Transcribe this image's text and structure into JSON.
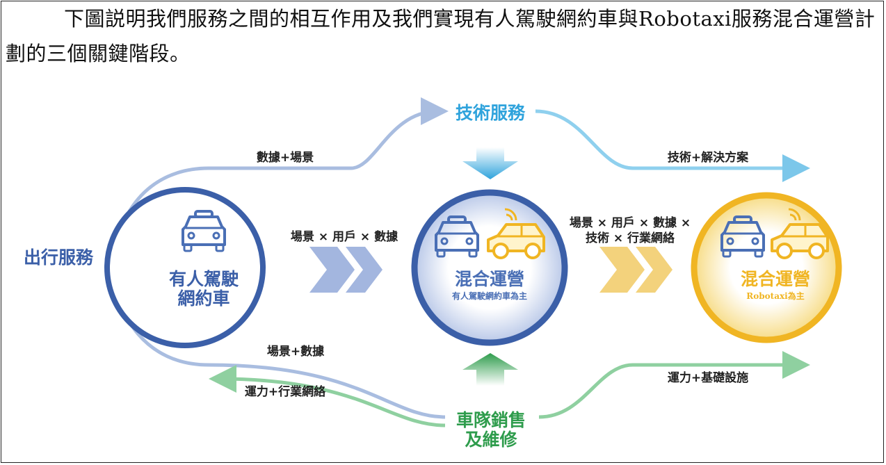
{
  "paragraph": "下圖説明我們服務之間的相互作用及我們實現有人駕駛網約車與Robotaxi服務混合運營計劃的三個關鍵階段。",
  "diagram": {
    "nodes": {
      "tech_service": "技術服務",
      "mobility_service": "出行服務",
      "fleet_sales_line1": "車隊銷售",
      "fleet_sales_line2": "及維修",
      "stage1_line1": "有人駕駛",
      "stage1_line2": "網約車",
      "stage2_title": "混合運營",
      "stage2_subtitle": "有人駕駛網約車為主",
      "stage3_title": "混合運營",
      "stage3_subtitle": "Robotaxi為主"
    },
    "edges": {
      "data_scenario": "數據+場景",
      "tech_solution": "技術+解決方案",
      "stage1_to_2": "場景 × 用戶 × 數據",
      "stage2_to_3_line1": "場景 × 用戶 × 數據 ×",
      "stage2_to_3_line2": "技術 × 行業網絡",
      "scenario_data": "場景+數據",
      "capacity_network": "運力+行業網絡",
      "capacity_infra": "運力+基礎設施"
    },
    "colors": {
      "blue": "#3b5fa8",
      "cyan": "#3aa8dc",
      "green": "#3fae5a",
      "gold": "#f0b523"
    }
  }
}
